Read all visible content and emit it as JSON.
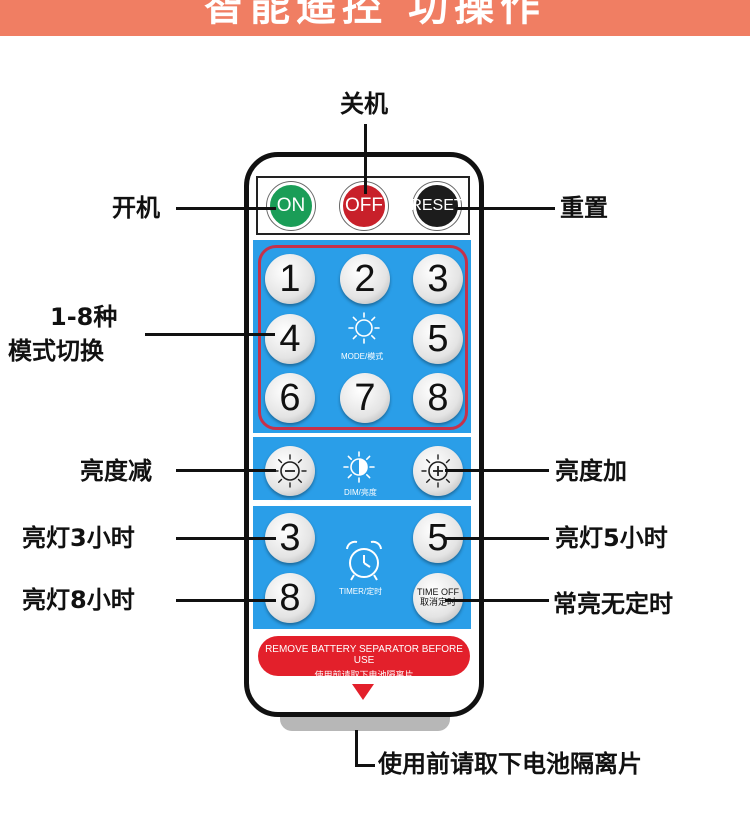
{
  "banner": {
    "title": "智能遥控 功操作"
  },
  "labels": {
    "off": "关机",
    "on": "开机",
    "reset": "重置",
    "mode_line1": "1-8种",
    "mode_line2": "模式切换",
    "dim_minus": "亮度减",
    "dim_plus": "亮度加",
    "timer3": "亮灯3小时",
    "timer5": "亮灯5小时",
    "timer8": "亮灯8小时",
    "timer_off": "常亮无定时",
    "separator": "使用前请取下电池隔离片"
  },
  "remote": {
    "power": {
      "on": "ON",
      "off": "OFF",
      "reset": "RESET"
    },
    "modes": [
      "1",
      "2",
      "3",
      "4",
      "5",
      "6",
      "7",
      "8"
    ],
    "mode_caption": "MODE/模式",
    "dim_caption": "DIM/亮度",
    "timers": {
      "t3": "3",
      "t5": "5",
      "t8": "8",
      "off_line1": "TIME OFF",
      "off_line2": "取消定时"
    },
    "timer_caption": "TIMER/定时",
    "notice_en": "REMOVE BATTERY SEPARATOR BEFORE USE",
    "notice_cn": "使用前请取下电池隔离片"
  },
  "colors": {
    "banner": "#f07e63",
    "panel": "#2a9ee8",
    "on_button": "#1a9d57",
    "off_button": "#c8202a",
    "reset_button": "#1c1c1c",
    "mode_border": "#c6314a",
    "notice": "#e3202b"
  },
  "icons": [
    "sun-icon",
    "brightness-half-icon",
    "sun-minus-icon",
    "sun-plus-icon",
    "alarm-clock-icon",
    "down-triangle-icon"
  ]
}
